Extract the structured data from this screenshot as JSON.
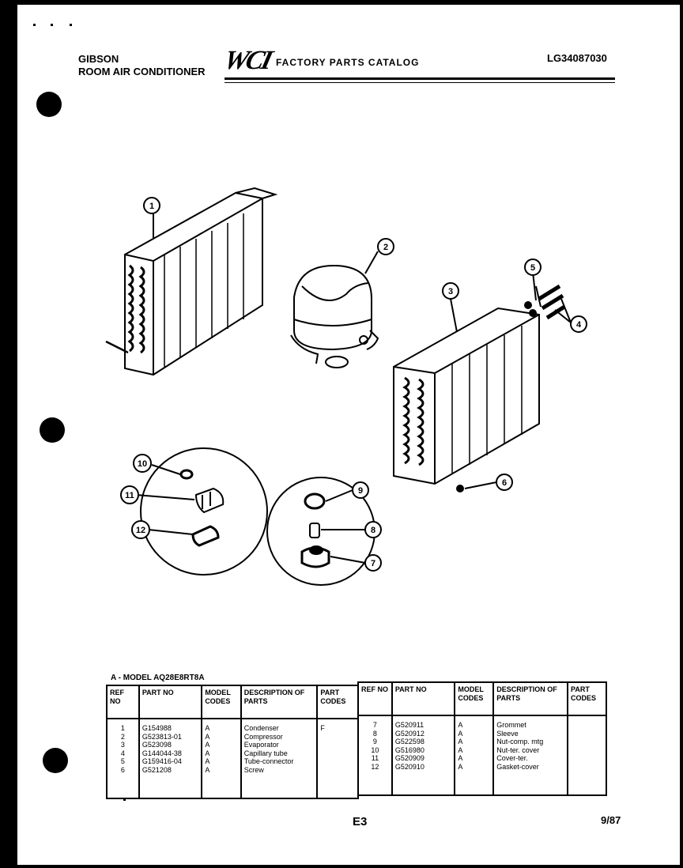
{
  "header": {
    "brand": "GIBSON",
    "product": "ROOM AIR CONDITIONER",
    "logo": "WCI",
    "catalog_title": "FACTORY PARTS CATALOG",
    "doc_number": "LG34087030"
  },
  "callouts": [
    "1",
    "2",
    "3",
    "4",
    "5",
    "6",
    "7",
    "8",
    "9",
    "10",
    "11",
    "12"
  ],
  "model_note": "A - MODEL AQ28E8RT8A",
  "table_headers": {
    "ref_no": "REF NO",
    "part_no": "PART NO",
    "model_codes": "MODEL CODES",
    "description": "DESCRIPTION OF PARTS",
    "part_codes": "PART CODES"
  },
  "parts_left": {
    "ref": [
      "1",
      "2",
      "3",
      "4",
      "5",
      "6"
    ],
    "part": [
      "G154988",
      "G523813-01",
      "G523098",
      "G144044-38",
      "G159416-04",
      "G521208"
    ],
    "model": [
      "A",
      "A",
      "A",
      "A",
      "A",
      "A"
    ],
    "desc": [
      "Condenser",
      "Compressor",
      "Evaporator",
      "Capillary tube",
      "Tube-connector",
      "Screw"
    ],
    "codes": [
      "",
      "F",
      "",
      "",
      "",
      ""
    ]
  },
  "parts_right": {
    "ref": [
      "7",
      "8",
      "9",
      "10",
      "11",
      "12"
    ],
    "part": [
      "G520911",
      "G520912",
      "G522598",
      "G516980",
      "G520909",
      "G520910"
    ],
    "model": [
      "A",
      "A",
      "A",
      "A",
      "A",
      "A"
    ],
    "desc": [
      "Grommet",
      "Sleeve",
      "Nut-comp. mtg",
      "Nut-ter. cover",
      "Cover-ter.",
      "Gasket-cover"
    ],
    "codes": [
      "",
      "",
      "",
      "",
      "",
      ""
    ]
  },
  "footer": {
    "page_code": "E3",
    "date_code": "9/87"
  }
}
